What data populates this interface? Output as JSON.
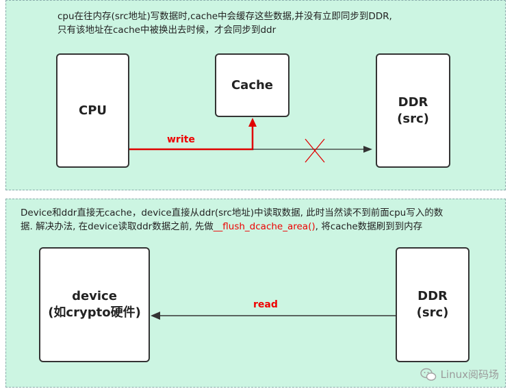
{
  "top": {
    "note_line1": "cpu在往内存(src地址)写数据时,cache中会缓存这些数据,并没有立即同步到DDR,",
    "note_line2": "只有该地址在cache中被换出去时候，才会同步到ddr",
    "cpu": "CPU",
    "cache": "Cache",
    "ddr": "DDR\n(src)",
    "write_label": "write"
  },
  "bottom": {
    "note_line1": "Device和ddr直接无cache，device直接从ddr(src地址)中读取数据, 此时当然读不到前面cpu写入的数",
    "note_line2_pre": "据. 解决办法, 在device读取ddr数据之前, 先做",
    "note_line2_func": "__flush_dcache_area()",
    "note_line2_post": ", 将cache数据刷到到内存",
    "device": "device\n(如crypto硬件)",
    "ddr": "DDR\n(src)",
    "read_label": "read"
  },
  "watermark": "Linux阅码场",
  "colors": {
    "panel": "#ccf5e2",
    "accent": "#e00000",
    "line": "#333333"
  }
}
